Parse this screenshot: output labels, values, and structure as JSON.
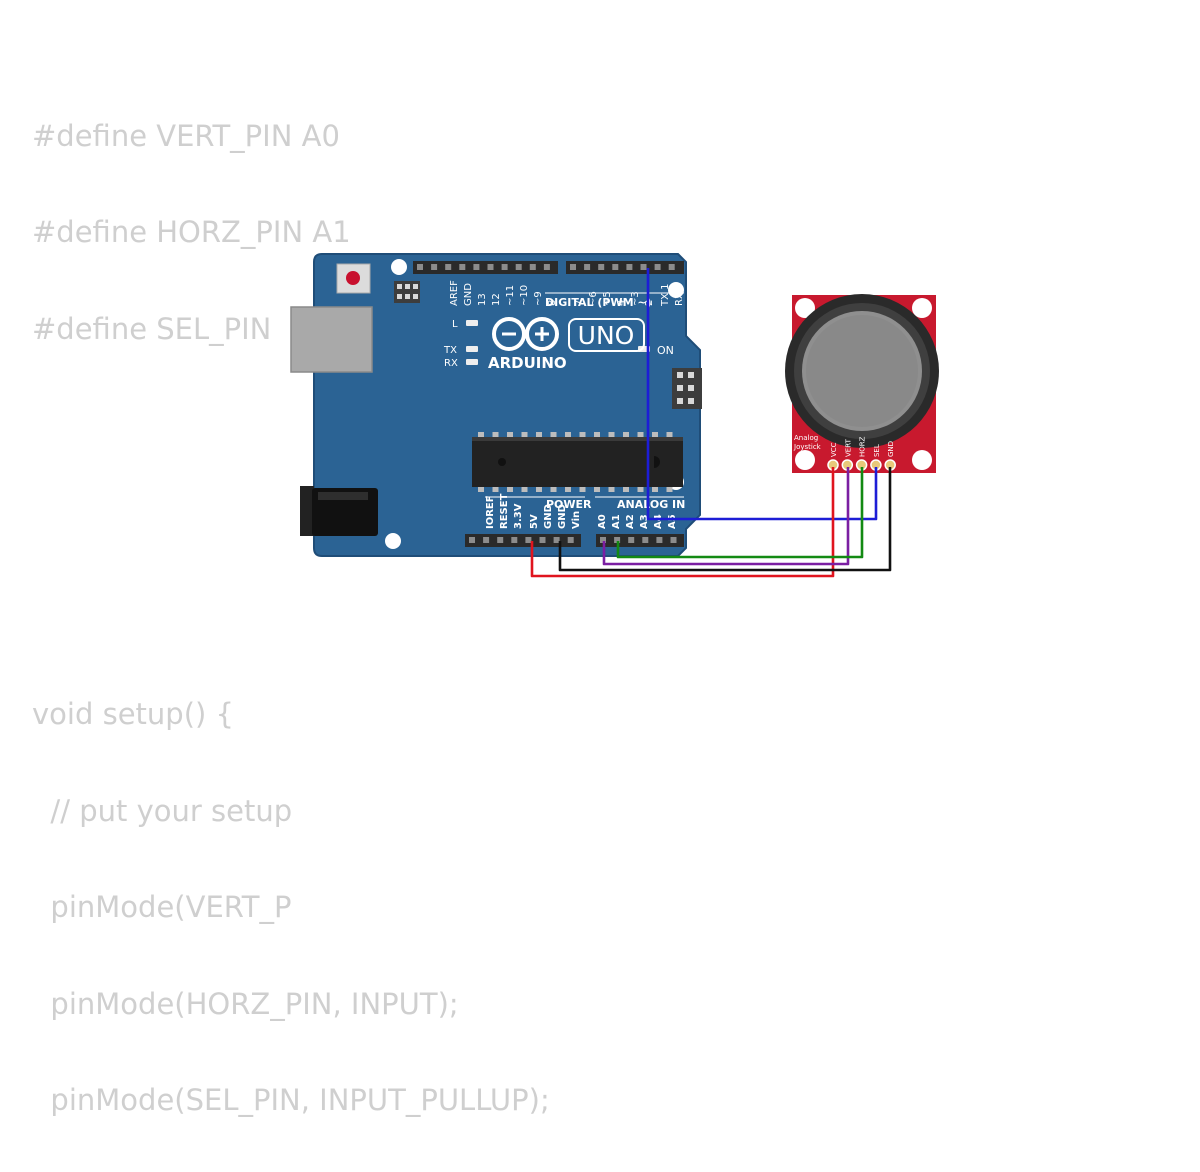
{
  "code_lines": [
    "#define VERT_PIN A0",
    "#define HORZ_PIN A1",
    "#define SEL_PIN  2",
    "",
    "",
    "",
    "void setup() {",
    "  // put your setup",
    "  pinMode(VERT_P",
    "  pinMode(HORZ_PIN, INPUT);",
    "  pinMode(SEL_PIN, INPUT_PULLUP);"
  ],
  "arduino": {
    "brand": "ARDUINO",
    "model": "UNO",
    "digital_label": "DIGITAL (PWM ~)",
    "power_label": "POWER",
    "analog_label": "ANALOG IN",
    "led_l": "L",
    "led_tx": "TX",
    "led_rx": "RX",
    "led_on": "ON",
    "top_pins": [
      "AREF",
      "GND",
      "13",
      "12",
      "~11",
      "~10",
      "~9",
      "8",
      "7",
      "~6",
      "~5",
      "4",
      "~3",
      "2",
      "TX 1",
      "RX 0"
    ],
    "bottom_pins": [
      "IOREF",
      "RESET",
      "3.3V",
      "5V",
      "GND",
      "GND",
      "Vin",
      "A0",
      "A1",
      "A2",
      "A3",
      "A4",
      "A5"
    ]
  },
  "joystick": {
    "label_line1": "Analog",
    "label_line2": "Joystick",
    "pins": [
      "VCC",
      "VERT",
      "HORZ",
      "SEL",
      "GND"
    ]
  },
  "colors": {
    "board": "#2b6394",
    "board_edge": "#1f4d78",
    "module": "#c8192e",
    "wire_blue": "#1d1dd6",
    "wire_red": "#e0141e",
    "wire_purple": "#7b1fa2",
    "wire_green": "#138a13",
    "wire_black": "#111111",
    "code_text": "#cfcfcf"
  }
}
